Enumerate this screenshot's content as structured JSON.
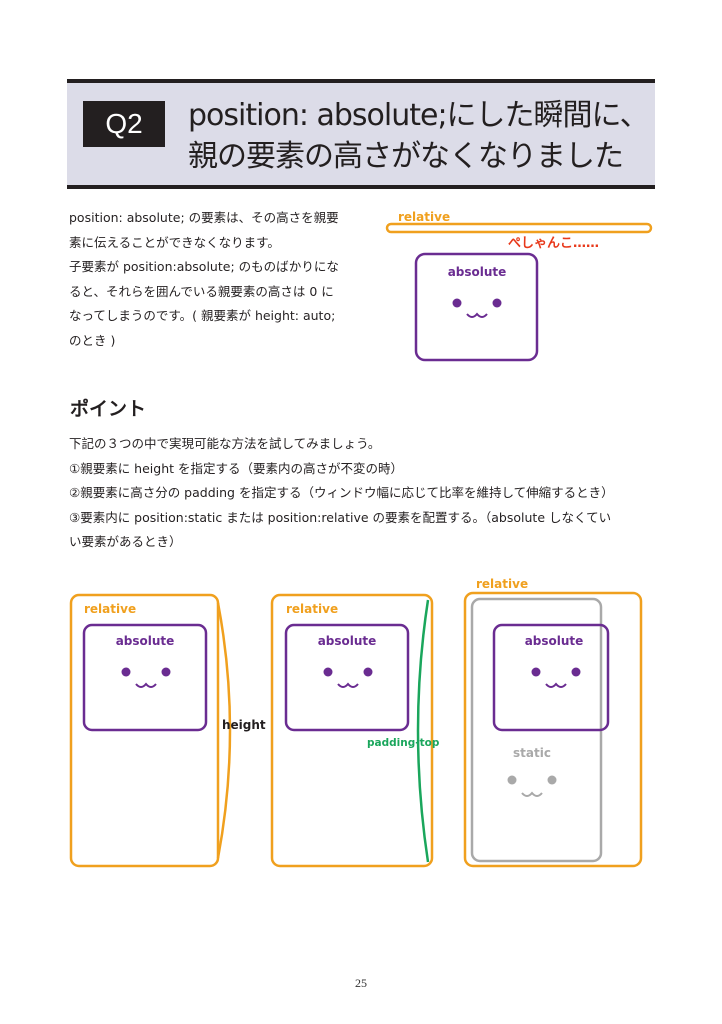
{
  "header": {
    "badge": "Q2",
    "title_line1": "position: absolute;にした瞬間に、",
    "title_line2": "親の要素の高さがなくなりました"
  },
  "intro": {
    "lines": [
      "position: absolute; の要素は、その高さを親要",
      "素に伝えることができなくなります。",
      "子要素が position:absolute; のものばかりにな",
      "ると、それらを囲んでいる親要素の高さは 0 に",
      "なってしまうのです。( 親要素が height: auto;",
      "のとき )"
    ]
  },
  "top_diagram": {
    "relative_label": "relative",
    "collapse_label": "ぺしゃんこ……",
    "absolute_label": "absolute"
  },
  "section": {
    "title": "ポイント"
  },
  "points": {
    "intro": "下記の３つの中で実現可能な方法を試してみましょう。",
    "item1": "①親要素に height を指定する（要素内の高さが不変の時）",
    "item2": "②親要素に高さ分の padding を指定する（ウィンドウ幅に応じて比率を維持して伸縮するとき）",
    "item3_line1": "③要素内に position:static または position:relative の要素を配置する。（absolute しなくてい",
    "item3_line2": "い要素があるとき）"
  },
  "bottom_diagrams": {
    "d1": {
      "relative": "relative",
      "absolute": "absolute",
      "note": "height"
    },
    "d2": {
      "relative": "relative",
      "absolute": "absolute",
      "note": "padding-top"
    },
    "d3": {
      "relative": "relative",
      "absolute": "absolute",
      "static": "static"
    }
  },
  "colors": {
    "relative": "#f0a01e",
    "absolute": "#6a2c91",
    "collapse": "#e8381a",
    "padding": "#1aa65c",
    "static": "#a9a9a9",
    "header_bg": "#dcdce8"
  },
  "page_number": "25"
}
